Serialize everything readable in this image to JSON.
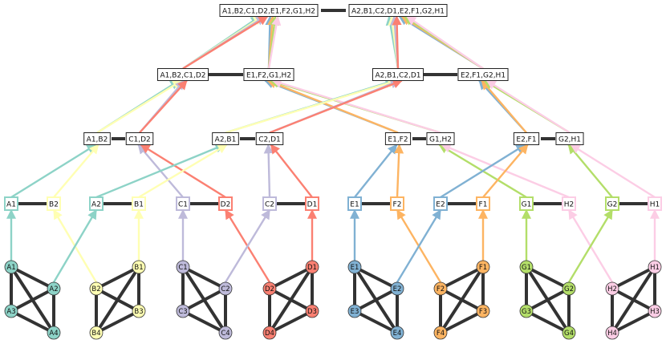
{
  "colors": {
    "A": "#8dd3c7",
    "B": "#ffffb3",
    "C": "#bebada",
    "D": "#fb8072",
    "E": "#80b1d3",
    "F": "#fdb462",
    "G": "#b3de69",
    "H": "#fccde5",
    "edge": "#333333"
  },
  "groups": [
    {
      "key": "A",
      "nodes": [
        "A1",
        "A2",
        "A3",
        "A4"
      ]
    },
    {
      "key": "B",
      "nodes": [
        "B1",
        "B2",
        "B3",
        "B4"
      ]
    },
    {
      "key": "C",
      "nodes": [
        "C1",
        "C2",
        "C3",
        "C4"
      ]
    },
    {
      "key": "D",
      "nodes": [
        "D1",
        "D2",
        "D3",
        "D4"
      ]
    },
    {
      "key": "E",
      "nodes": [
        "E1",
        "E2",
        "E3",
        "E4"
      ]
    },
    {
      "key": "F",
      "nodes": [
        "F1",
        "F2",
        "F3",
        "F4"
      ]
    },
    {
      "key": "G",
      "nodes": [
        "G1",
        "G2",
        "G3",
        "G4"
      ]
    },
    {
      "key": "H",
      "nodes": [
        "H1",
        "H2",
        "H3",
        "H4"
      ]
    }
  ],
  "level1": [
    "A1",
    "B2",
    "A2",
    "B1",
    "C1",
    "D2",
    "C2",
    "D1",
    "E1",
    "F2",
    "E2",
    "F1",
    "G1",
    "H2",
    "G2",
    "H1"
  ],
  "level2": [
    "A1,B2",
    "C1,D2",
    "A2,B1",
    "C2,D1",
    "E1,F2",
    "G1,H2",
    "E2,F1",
    "G2,H1"
  ],
  "level3": [
    "A1,B2,C1,D2",
    "E1,F2,G1,H2",
    "A2,B1,C2,D1",
    "E2,F1,G2,H1"
  ],
  "level4": [
    "A1,B2,C1,D2,E1,F2,G1,H2",
    "A2,B1,C2,D1,E2,F1,G2,H1"
  ]
}
